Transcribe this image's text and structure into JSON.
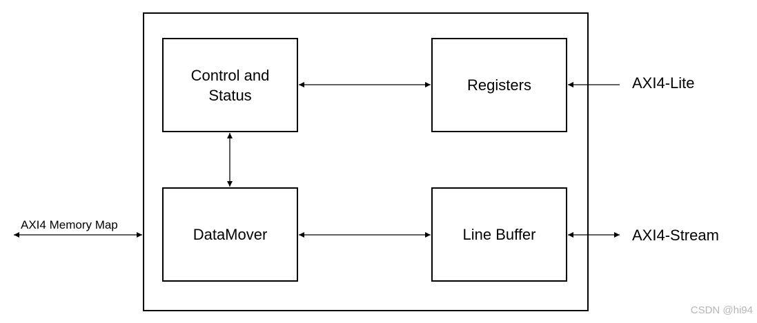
{
  "blocks": {
    "control_status": [
      "Control and",
      "Status"
    ],
    "registers": "Registers",
    "datamover": "DataMover",
    "line_buffer": "Line Buffer"
  },
  "interfaces": {
    "axi4_lite": "AXI4-Lite",
    "axi4_stream": "AXI4-Stream",
    "axi4_memory_map": "AXI4 Memory Map"
  },
  "watermark": "CSDN @hi94"
}
